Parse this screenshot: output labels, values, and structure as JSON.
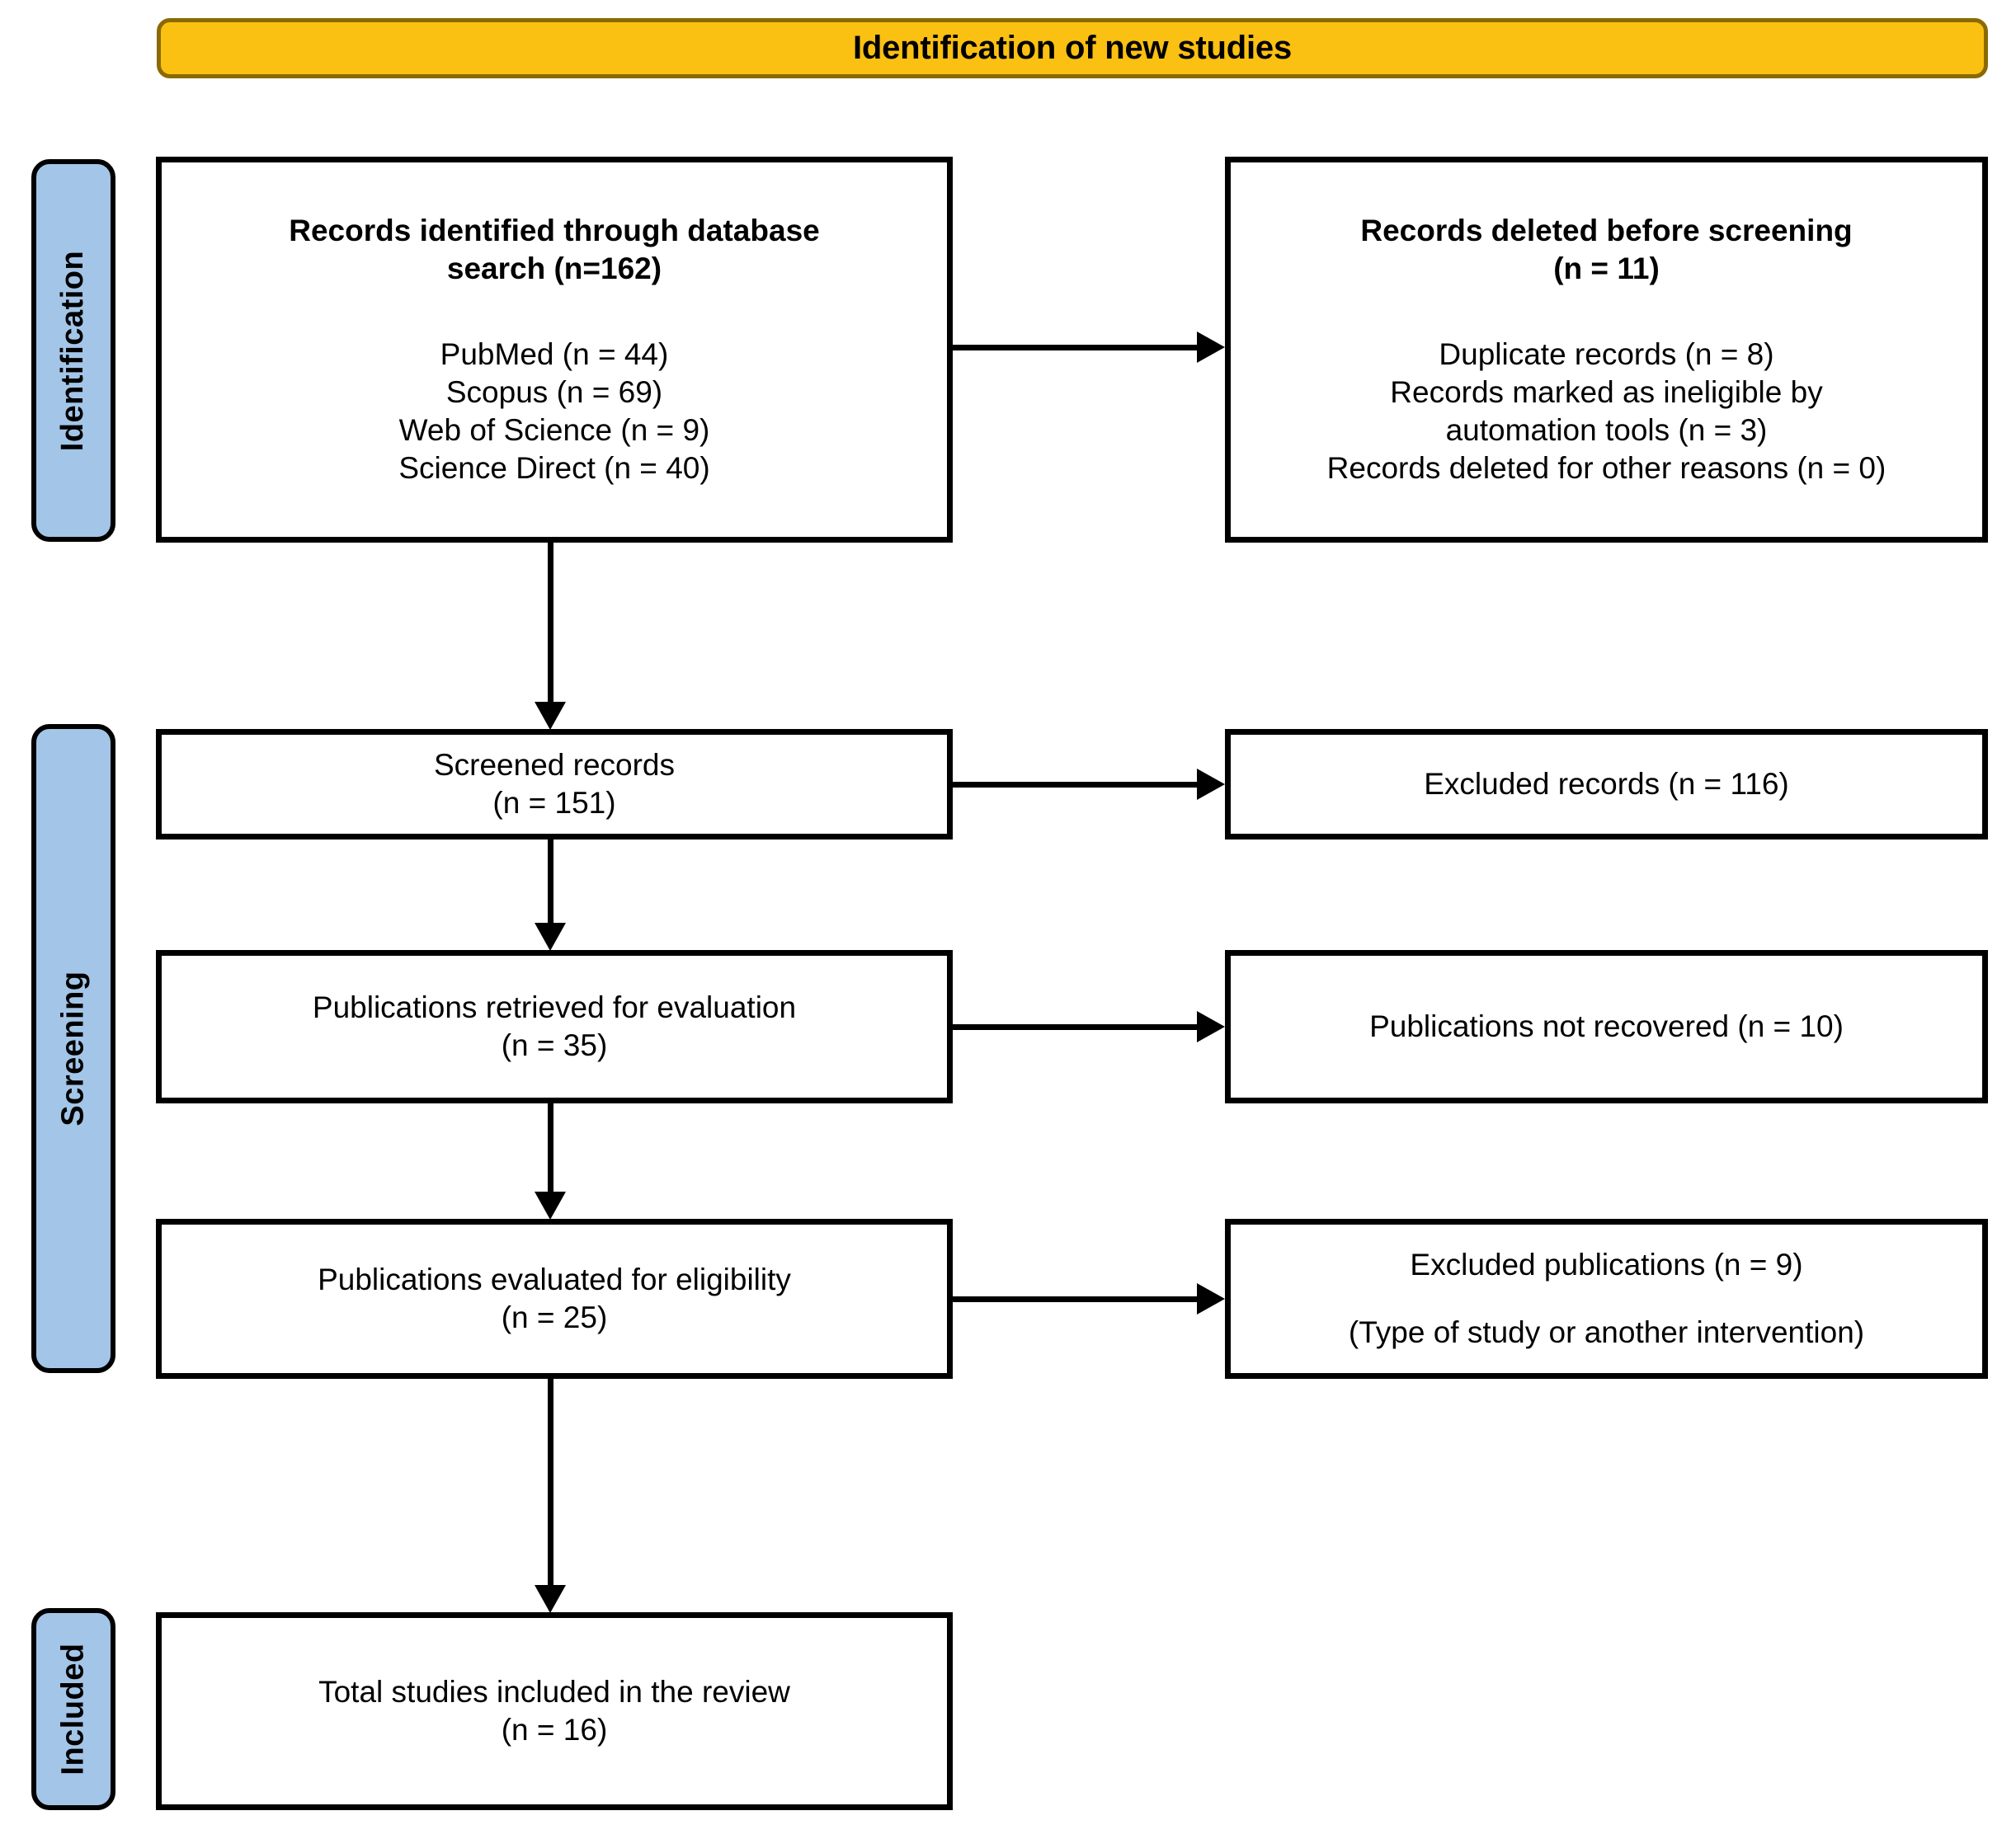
{
  "banner": {
    "title": "Identification of new studies",
    "fill_color": "#FAC012",
    "border_color": "#8A6A00"
  },
  "stages": [
    {
      "key": "identification",
      "label": "Identification",
      "chip_color": "#A3C5E8"
    },
    {
      "key": "screening",
      "label": "Screening",
      "chip_color": "#A3C5E8"
    },
    {
      "key": "included",
      "label": "Included",
      "chip_color": "#A3C5E8"
    }
  ],
  "boxes": {
    "records_identified": {
      "heading": "Records identified through database\nsearch (n=162)",
      "details": "PubMed (n = 44)\nScopus (n = 69)\nWeb of Science (n = 9)\nScience Direct (n = 40)"
    },
    "records_deleted": {
      "heading": "Records deleted before screening\n(n = 11)",
      "details": "Duplicate records (n = 8)\nRecords marked as ineligible by\nautomation tools (n = 3)\nRecords deleted for other reasons (n = 0)"
    },
    "screened_records": {
      "text": "Screened records\n(n = 151)"
    },
    "excluded_records": {
      "text": "Excluded records (n = 116)"
    },
    "publications_retrieved": {
      "text": "Publications retrieved for evaluation\n(n = 35)"
    },
    "publications_not_recovered": {
      "text": "Publications not recovered (n = 10)"
    },
    "publications_eligibility": {
      "text": "Publications evaluated for eligibility\n(n = 25)"
    },
    "excluded_publications": {
      "line1": "Excluded publications (n = 9)",
      "line2": "(Type of study or another intervention)"
    },
    "total_included": {
      "text": "Total studies included in the review\n(n = 16)"
    }
  },
  "chart_data": {
    "type": "diagram",
    "title": "PRISMA flow diagram — Identification of new studies",
    "nodes": [
      {
        "id": "records_identified",
        "stage": "Identification",
        "column": "left",
        "label": "Records identified through database search",
        "n": 162,
        "sources": [
          {
            "name": "PubMed",
            "n": 44
          },
          {
            "name": "Scopus",
            "n": 69
          },
          {
            "name": "Web of Science",
            "n": 9
          },
          {
            "name": "Science Direct",
            "n": 40
          }
        ]
      },
      {
        "id": "records_deleted",
        "stage": "Identification",
        "column": "right",
        "label": "Records deleted before screening",
        "n": 11,
        "reasons": [
          {
            "name": "Duplicate records",
            "n": 8
          },
          {
            "name": "Records marked as ineligible by automation tools",
            "n": 3
          },
          {
            "name": "Records deleted for other reasons",
            "n": 0
          }
        ]
      },
      {
        "id": "screened_records",
        "stage": "Screening",
        "column": "left",
        "label": "Screened records",
        "n": 151
      },
      {
        "id": "excluded_records",
        "stage": "Screening",
        "column": "right",
        "label": "Excluded records",
        "n": 116
      },
      {
        "id": "publications_retrieved",
        "stage": "Screening",
        "column": "left",
        "label": "Publications retrieved for evaluation",
        "n": 35
      },
      {
        "id": "publications_not_recovered",
        "stage": "Screening",
        "column": "right",
        "label": "Publications not recovered",
        "n": 10
      },
      {
        "id": "publications_eligibility",
        "stage": "Screening",
        "column": "left",
        "label": "Publications evaluated for eligibility",
        "n": 25
      },
      {
        "id": "excluded_publications",
        "stage": "Screening",
        "column": "right",
        "label": "Excluded publications",
        "n": 9,
        "note": "(Type of study or another intervention)"
      },
      {
        "id": "total_included",
        "stage": "Included",
        "column": "left",
        "label": "Total studies included in the review",
        "n": 16
      }
    ],
    "edges": [
      {
        "from": "records_identified",
        "to": "records_deleted",
        "direction": "right"
      },
      {
        "from": "records_identified",
        "to": "screened_records",
        "direction": "down"
      },
      {
        "from": "screened_records",
        "to": "excluded_records",
        "direction": "right"
      },
      {
        "from": "screened_records",
        "to": "publications_retrieved",
        "direction": "down"
      },
      {
        "from": "publications_retrieved",
        "to": "publications_not_recovered",
        "direction": "right"
      },
      {
        "from": "publications_retrieved",
        "to": "publications_eligibility",
        "direction": "down"
      },
      {
        "from": "publications_eligibility",
        "to": "excluded_publications",
        "direction": "right"
      },
      {
        "from": "publications_eligibility",
        "to": "total_included",
        "direction": "down"
      }
    ]
  }
}
